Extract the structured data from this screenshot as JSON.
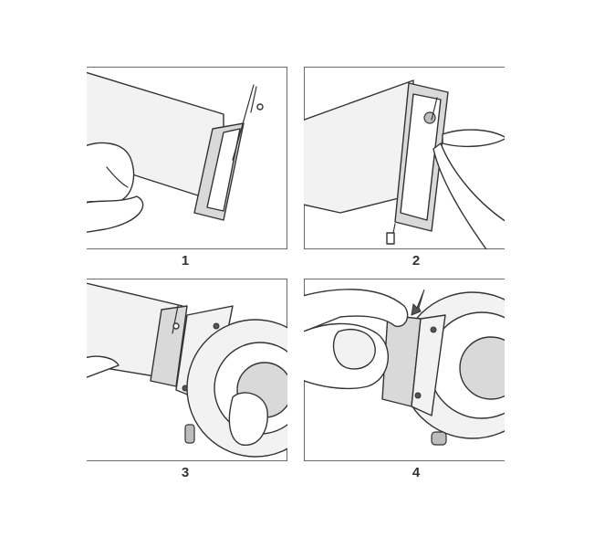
{
  "steps": [
    {
      "number": "1"
    },
    {
      "number": "2"
    },
    {
      "number": "3"
    },
    {
      "number": "4"
    }
  ],
  "colors": {
    "line": "#333333",
    "frame": "#6b6b6b",
    "fill_light": "#f2f2f2",
    "fill_mid": "#d9d9d9",
    "fill_dark": "#bdbdbd"
  },
  "icons": [
    "watch-strap",
    "spring-bar",
    "finger",
    "tool",
    "watch-case",
    "arrow-down"
  ]
}
